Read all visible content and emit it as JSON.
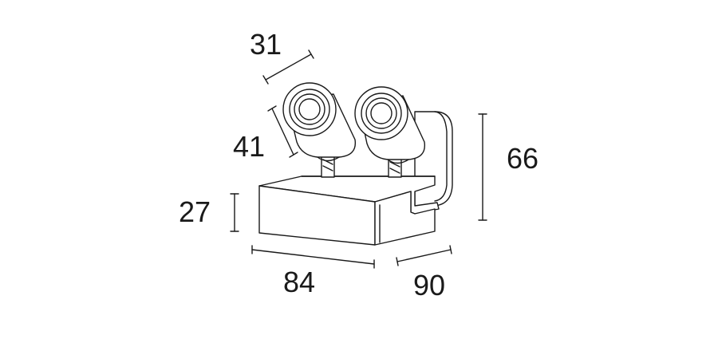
{
  "dimensions": {
    "depth_head": "31",
    "head_length": "41",
    "base_height": "27",
    "total_height": "66",
    "width": "84",
    "depth": "90"
  }
}
